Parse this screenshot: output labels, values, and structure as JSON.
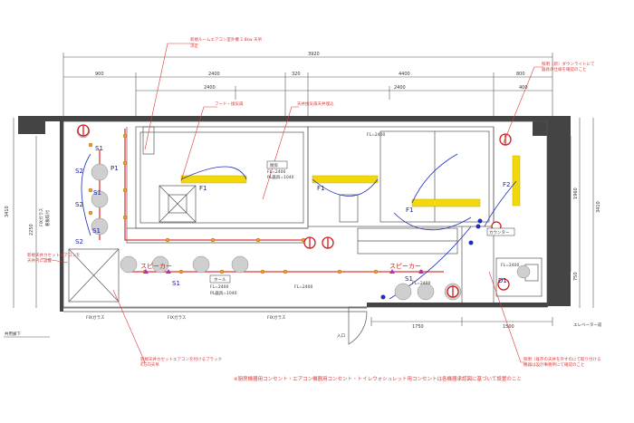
{
  "dimensions": {
    "overall": "3920",
    "top_segments": [
      "900",
      "2400",
      "320",
      "4400",
      "800"
    ],
    "upper_segments": [
      "2400",
      "2400",
      "400"
    ],
    "left_v": "3410",
    "left_v2": "2250",
    "right_v": [
      "3410",
      "1960",
      "750"
    ],
    "bottom_segments": [
      "1750",
      "1500"
    ]
  },
  "labels": {
    "s1": "S1",
    "s2": "S2",
    "p1": "P1",
    "f1": "F1",
    "f2": "F2",
    "d1": "D1",
    "speaker": "スピーカー",
    "fix_glass_left": "FIXガラス",
    "fix_glass_left_sub": "看板取付",
    "fix_glass_bottom": "FIXガラス",
    "entrance": "入口",
    "elevator": "エレベーター前",
    "corridor": "共用廊下",
    "kitchen_tag": "厨房",
    "kitchen_fl": "FL=2400",
    "kitchen_fl2": "PL器具=1040",
    "counter_tag": "カウンター",
    "hall_tag": "ホール",
    "hall_fl": "FL=2400",
    "hall_fl2": "PL器具=1040",
    "fl_1": "FL=2400",
    "fl_2": "FL=2400",
    "fl_3": "FL=2400",
    "toilet_fl": "FL=2400"
  },
  "callouts": {
    "top_left": "新規ルームエアコン室外機 2.8kw 天吊",
    "top_left_2": "決定",
    "top_center": "フード・換気扇",
    "top_center_2": "",
    "top_mid": "天井換気扇天井埋込",
    "top_right": "照明（新）ダウンライトにて",
    "top_right_2": "器具の仕様を確認のこと",
    "left_note": "新規天井カセットエアコンを",
    "left_note_2": "天井内に設置",
    "bottom_left": "新規天井カセットエアコンを付けるブラック",
    "bottom_left_2": "4方向天吊",
    "bottom_right": "照明（既存の天井を外すのにて取り付ける",
    "bottom_right_2": "機器は設計事務所にて確認のこと",
    "footer": "※厨房機器用コンセント・エアコン機器用コンセント・トイレウォシュレット用コンセントは各機器承認図に基づいて設置のこと"
  },
  "colors": {
    "wall": "#444444",
    "light": "#f2d80a",
    "red_line": "#d93a3a",
    "blue_line": "#1f2fb8",
    "fixture": "#cfcfcf"
  }
}
